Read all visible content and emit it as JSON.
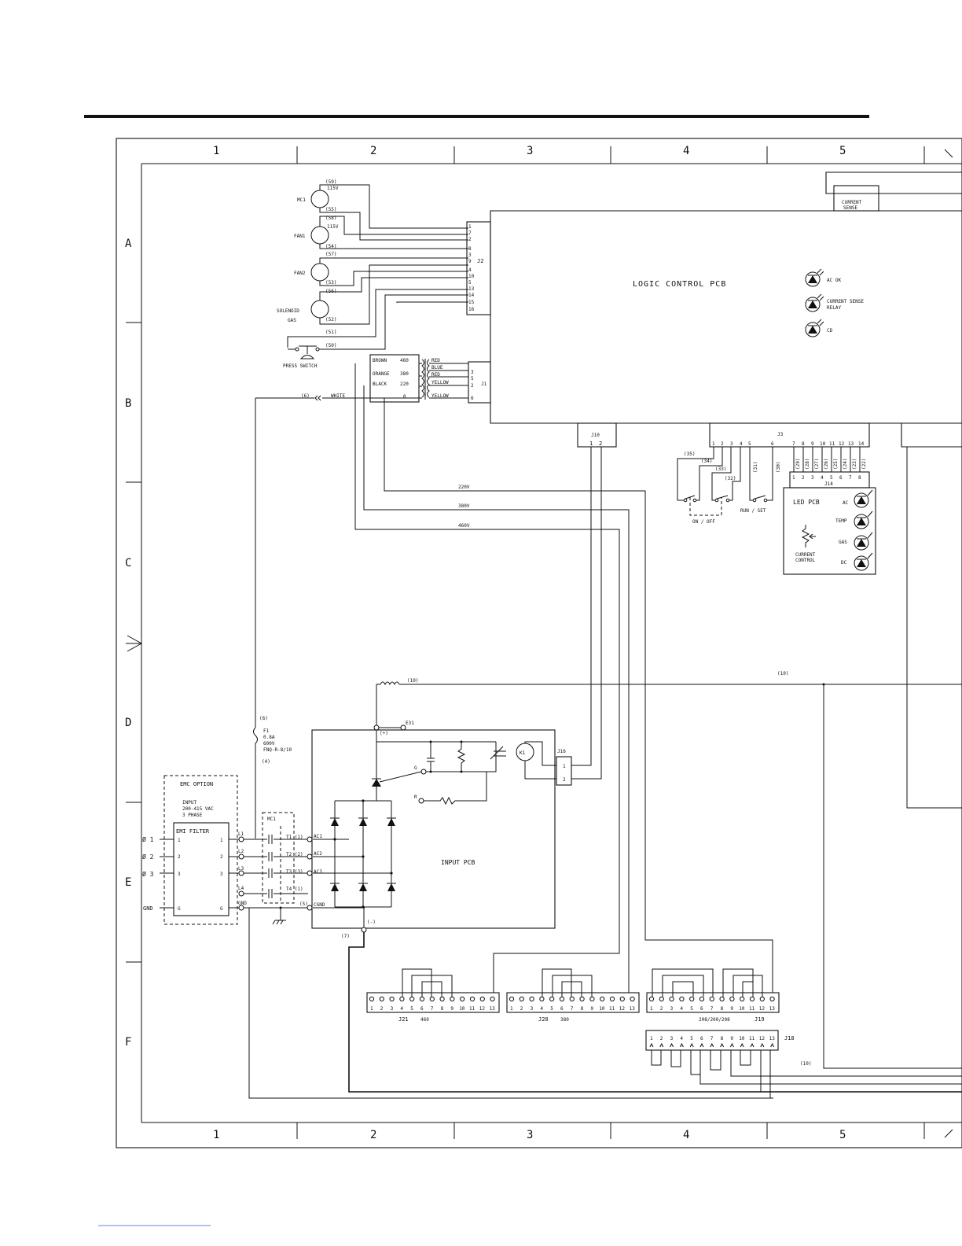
{
  "border": {
    "columns": [
      "1",
      "2",
      "3",
      "4",
      "5"
    ],
    "rows": [
      "A",
      "B",
      "C",
      "D",
      "E",
      "F"
    ]
  },
  "motors": [
    {
      "label": "MC1",
      "top": "(59)",
      "top2": "115V",
      "bottom": "(55)"
    },
    {
      "label": "FAN1",
      "top": "(58)",
      "top2": "115V",
      "bottom": "(54)"
    },
    {
      "label": "FAN2",
      "top": "(57)",
      "top2": "",
      "bottom": "(53)"
    },
    {
      "label": "SOLENOID",
      "top": "(56)",
      "top2": "",
      "bottom": "(52)",
      "label2": "GAS"
    }
  ],
  "press_switch": {
    "label": "PRESS SWITCH",
    "wire_top": "(51)",
    "wire_bottom": "(50)"
  },
  "j2": {
    "label": "J2",
    "pins": [
      "1",
      "7",
      "2",
      "8",
      "3",
      "9",
      "4",
      "10",
      "5",
      "13",
      "14",
      "15",
      "16"
    ]
  },
  "transformer": {
    "primary": [
      {
        "color": "BROWN",
        "volts": "460"
      },
      {
        "color": "ORANGE",
        "volts": "380"
      },
      {
        "color": "BLACK",
        "volts": "220"
      },
      {
        "color": "",
        "volts": "0"
      }
    ],
    "secondary": [
      "RED",
      "BLUE",
      "RED",
      "YELLOW",
      "YELLOW"
    ],
    "j1_label": "J1",
    "j1_pins": [
      "3",
      "5",
      "2",
      "6"
    ]
  },
  "white_wire": {
    "num": "(6)",
    "color": "WHITE"
  },
  "logic_pcb": {
    "title": "LOGIC CONTROL PCB"
  },
  "leds": [
    "AC OK",
    "CURRENT SENSE",
    "RELAY",
    "CD"
  ],
  "current_sense": {
    "line1": "CURRENT",
    "line2": "SENSE"
  },
  "j10": {
    "label": "J10",
    "pins": [
      "1",
      "2"
    ]
  },
  "j3": {
    "label": "J3",
    "pins": [
      "1",
      "2",
      "3",
      "4",
      "5",
      "6",
      "7",
      "8",
      "9",
      "10",
      "11",
      "12",
      "13",
      "14"
    ],
    "wires": [
      "(35)",
      "(34)",
      "(33)",
      "(32)",
      "(31)",
      "(30)",
      "(29)",
      "(28)",
      "(27)",
      "(26)",
      "(25)",
      "(24)",
      "(23)",
      "(22)"
    ]
  },
  "switches": {
    "on_off": "ON / OFF",
    "run_set": "RUN / SET"
  },
  "j14": {
    "label": "J14",
    "pins": [
      "1",
      "2",
      "3",
      "4",
      "5",
      "6",
      "7",
      "8"
    ]
  },
  "led_pcb": {
    "title": "LED PCB",
    "leds": [
      "AC",
      "TEMP",
      "GAS",
      "DC"
    ],
    "pot1": "CURRENT",
    "pot2": "CONTROL"
  },
  "bus": {
    "v220": "220V",
    "v380": "380V",
    "v460": "460V"
  },
  "fuse": {
    "wire": "(6)",
    "name": "F1",
    "rating1": "0.8A",
    "rating2": "600V",
    "part": "FNQ-R-8/10",
    "wire2": "(4)"
  },
  "emc": {
    "title": "EMC OPTION",
    "input1": "INPUT",
    "input2": "200-415 VAC",
    "input3": "3 PHASE",
    "filter": "EMI FILTER",
    "in_labels": [
      "Ø 1",
      "Ø 2",
      "Ø 3",
      "GND"
    ],
    "pins": [
      "1",
      "2",
      "3",
      "G"
    ],
    "line_labels": [
      "L1",
      "L2",
      "L3",
      "L4",
      "GND"
    ]
  },
  "contactor": {
    "label": "MC1",
    "outputs": [
      "T1 (1)",
      "T2 (2)",
      "T3 (3)",
      "T4 (1)"
    ],
    "gnd": "(5)"
  },
  "input_pcb": {
    "title": "INPUT PCB",
    "terminals": [
      "AC1",
      "AC2",
      "AC3",
      "CGND"
    ],
    "plus": "(+)",
    "minus": "(-)",
    "wire10": "(10)",
    "e31": "E31",
    "wire7": "(7)",
    "gate_g": "G",
    "gate_r": "R",
    "relay": "K1",
    "j16": "J16",
    "j16_pins": [
      "1",
      "2"
    ]
  },
  "wire10_right": "(10)",
  "wire10_bottom": "(10)",
  "connectors": [
    {
      "id": "J21",
      "volt": "460"
    },
    {
      "id": "J20",
      "volt": "380"
    },
    {
      "id": "J19",
      "volt": "208/200/208"
    }
  ],
  "connector_pins": [
    "1",
    "2",
    "3",
    "4",
    "5",
    "6",
    "7",
    "8",
    "9",
    "10",
    "11",
    "12",
    "13"
  ],
  "j18": {
    "label": "J18"
  }
}
